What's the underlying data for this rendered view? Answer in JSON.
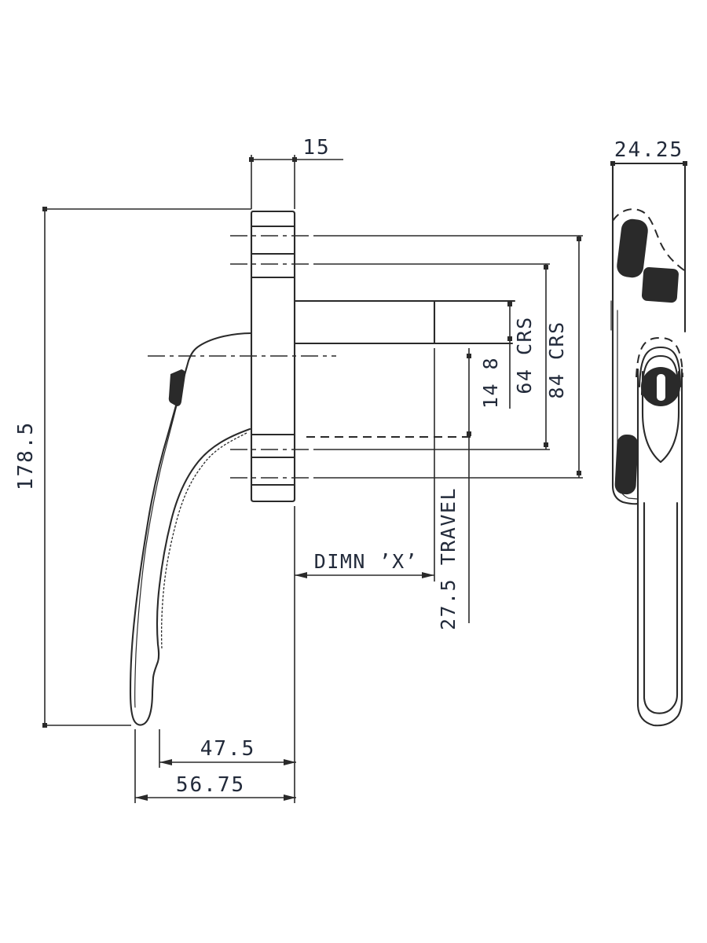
{
  "drawing": {
    "type": "technical-drawing",
    "subject": "cranked-window-espagnolette-handle-two-views",
    "background": "#ffffff",
    "line_color": "#2a2a2a",
    "text_color": "#222a3a",
    "labels": {
      "flange_width": "15",
      "handle_depth": "24.25",
      "overall_length": "178.5",
      "spindle_section": "14 8",
      "fixing_centres_inner": "64 CRS",
      "fixing_centres_outer": "84 CRS",
      "travel": "27.5 TRAVEL",
      "dimension_x": "DIMN ’X’",
      "grip_offset": "47.5",
      "overall_projection": "56.75"
    }
  }
}
